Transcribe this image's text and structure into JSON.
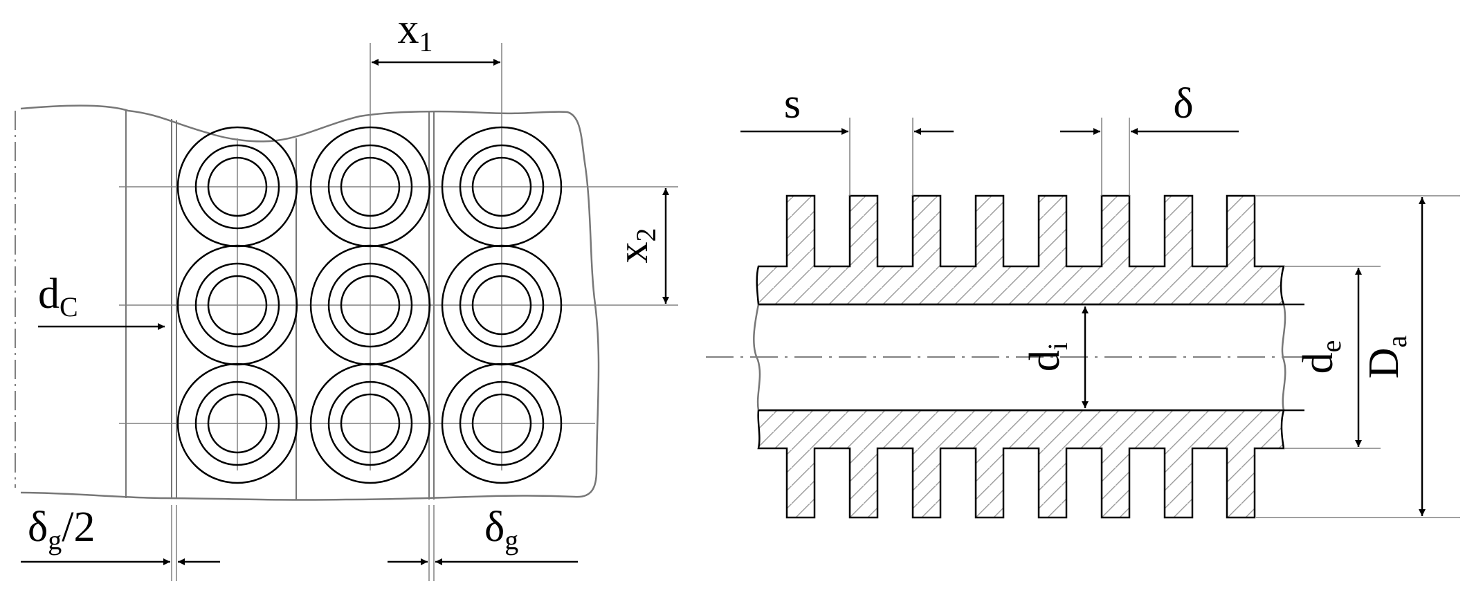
{
  "colors": {
    "ink": "#000000",
    "thin_line": "#808080",
    "break_line": "#777777",
    "hatch": "#999999",
    "background": "#ffffff"
  },
  "left_view": {
    "labels": {
      "x1": {
        "main": "x",
        "sub": "1"
      },
      "x2": {
        "main": "x",
        "sub": "2"
      },
      "dC": {
        "main": "d",
        "sub": "C"
      },
      "delta_g_half": {
        "main": "δ",
        "sub": "g",
        "suffix": "/2"
      },
      "delta_g": {
        "main": "δ",
        "sub": "g"
      }
    }
  },
  "right_view": {
    "labels": {
      "s": {
        "main": "s"
      },
      "delta": {
        "main": "δ"
      },
      "di": {
        "main": "d",
        "sub": "i"
      },
      "de": {
        "main": "d",
        "sub": "e"
      },
      "Da": {
        "main": "D",
        "sub": "a"
      }
    }
  }
}
